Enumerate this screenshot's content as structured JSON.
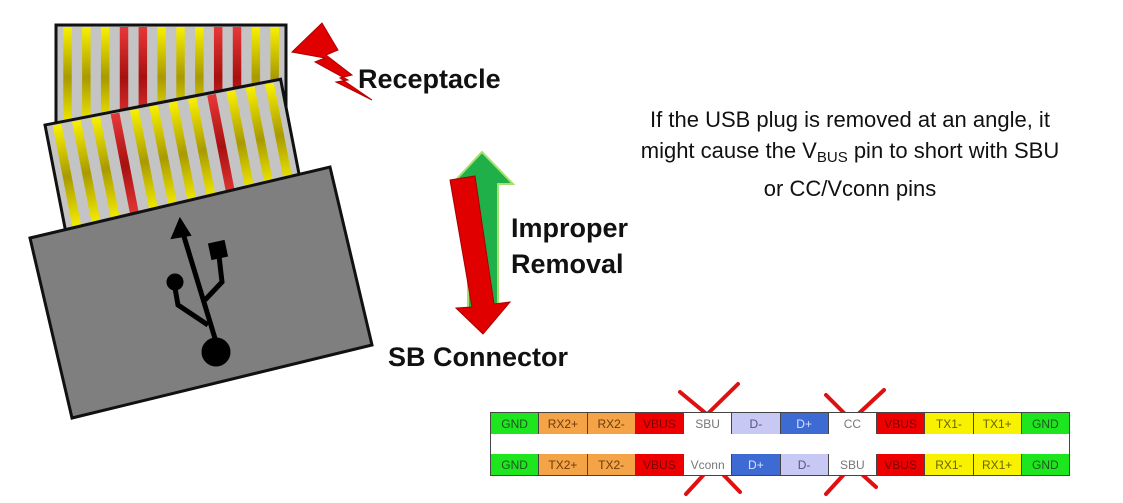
{
  "labels": {
    "receptacle": "Receptacle",
    "removal_line1": "Improper",
    "removal_line2": "Removal",
    "connector": "SB Connector"
  },
  "note": {
    "before_sub": "If the USB plug is removed at an angle, it might cause the V",
    "sub": "BUS",
    "after_sub": " pin to short with SBU or CC/Vconn pins"
  },
  "pinout": {
    "top_row": [
      "GND",
      "RX2+",
      "RX2-",
      "VBUS",
      "SBU",
      "D-",
      "D+",
      "CC",
      "VBUS",
      "TX1-",
      "TX1+",
      "GND"
    ],
    "bottom_row": [
      "GND",
      "TX2+",
      "TX2-",
      "VBUS",
      "Vconn",
      "D+",
      "D-",
      "SBU",
      "VBUS",
      "RX1-",
      "RX1+",
      "GND"
    ],
    "top_classes": [
      "gnd",
      "hs",
      "hs",
      "vbus",
      "sbu",
      "dm",
      "dp",
      "sbu",
      "vbus",
      "ss1",
      "ss1",
      "gnd"
    ],
    "bottom_classes": [
      "gnd",
      "hs",
      "hs",
      "vbus",
      "sbu",
      "dp",
      "dm",
      "sbu",
      "vbus",
      "ss1",
      "ss1",
      "gnd"
    ],
    "crossed_out_columns": [
      4,
      7
    ]
  },
  "colors": {
    "receptacle_body": "#c4c4c4",
    "plug_body": "#7f7f7f",
    "contact_yellow": "#f4ee00",
    "contact_red": "#d42020",
    "lightning": "#e00000",
    "arrow_up": "#1fb04a",
    "arrow_down": "#e00000",
    "cross": "#e01010"
  }
}
